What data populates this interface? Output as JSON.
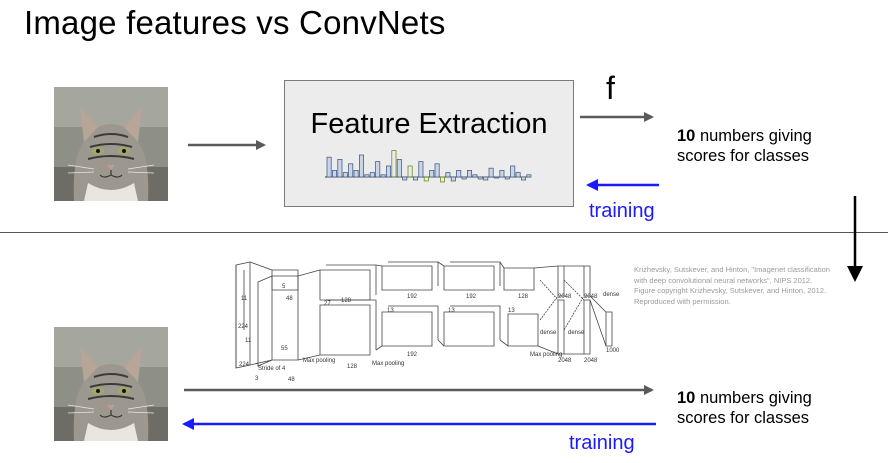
{
  "title": "Image features vs ConvNets",
  "top": {
    "box_label": "Feature Extraction",
    "f_label": "f",
    "output_bold": "10",
    "output_rest": " numbers giving",
    "output_line2": "scores for classes",
    "training_label": "training"
  },
  "bottom": {
    "output_bold": "10",
    "output_rest": " numbers giving",
    "output_line2": "scores for classes",
    "training_label": "training",
    "citation": "Krizhevsky, Sutskever, and Hinton, \"Imagenet classification with deep convolutional neural networks\", NIPS 2012. Figure copyright Krizhevsky, Sutskever, and Hinton, 2012. Reproduced with permission.",
    "alexnet_labels": {
      "stride": "Stride of 4",
      "maxpool1": "Max pooling",
      "maxpool2": "Max pooling",
      "maxpool3": "Max pooling",
      "dense1": "dense",
      "dense2": "dense",
      "dense3": "dense",
      "n224a": "224",
      "n224b": "224",
      "n11a": "11",
      "n11b": "11",
      "n5": "5",
      "n3a": "3",
      "n48a": "48",
      "n48b": "48",
      "n55": "55",
      "n27": "27",
      "n128a": "128",
      "n128b": "128",
      "n128c": "128",
      "n13a": "13",
      "n13b": "13",
      "n13c": "13",
      "n192a": "192",
      "n192b": "192",
      "n192c": "192",
      "n2048a": "2048",
      "n2048b": "2048",
      "n2048c": "2048",
      "n2048d": "2048",
      "n1000": "1000"
    }
  },
  "colors": {
    "arrow_gray": "#5a5a5a",
    "training_blue": "#1a1aff",
    "hist_fill": "#c9d6ea",
    "hist_stroke": "#4a5f86",
    "hist_green": "#6b8e23"
  },
  "hist_values": [
    0.9,
    0.3,
    0.8,
    0.2,
    0.6,
    0.3,
    1.0,
    0.1,
    0.2,
    0.7,
    0.1,
    0.5,
    1.2,
    0.8,
    0.3,
    0.5,
    0.3,
    0.7,
    0.4,
    0.3,
    0.6,
    0.5,
    0.2,
    0.4,
    0.3,
    0.2,
    0.3,
    0.1,
    0.2,
    0.3,
    0.4,
    0.1,
    0.3,
    0.2,
    0.5,
    0.2,
    0.3,
    0.1
  ],
  "hist_signs": [
    1,
    1,
    1,
    1,
    1,
    1,
    1,
    1,
    1,
    1,
    1,
    1,
    1,
    1,
    -1,
    1,
    -1,
    1,
    -1,
    1,
    1,
    -1,
    1,
    -1,
    1,
    -1,
    1,
    1,
    -1,
    -1,
    1,
    -1,
    1,
    -1,
    1,
    1,
    -1,
    1
  ]
}
